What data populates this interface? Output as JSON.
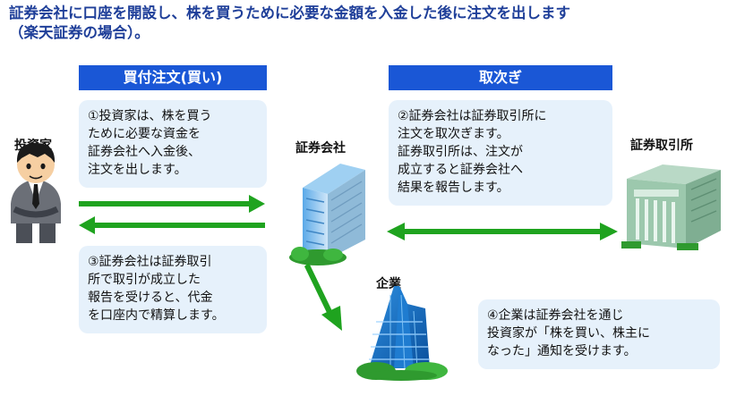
{
  "title": {
    "line1": "証券会社に口座を開設し、株を買うために必要な金額を入金した後に注文を出します",
    "line2": "（楽天証券の場合）。"
  },
  "banners": {
    "buy_order": "買付注文(買い)",
    "brokerage": "取次ぎ"
  },
  "labels": {
    "investor": "投資家",
    "securities_company": "証券会社",
    "stock_exchange": "証券取引所",
    "company": "企業"
  },
  "steps": {
    "step1": "①投資家は、株を買う\nために必要な資金を\n証券会社へ入金後、\n注文を出します。",
    "step2": "②証券会社は証券取引所に\n注文を取次ぎます。\n証券取引所は、注文が\n成立すると証券会社へ\n結果を報告します。",
    "step3": "③証券会社は証券取引\n所で取引が成立した\n報告を受けると、代金\nを口座内で精算します。",
    "step4": "④企業は証券会社を通じ\n投資家が「株を買い、株主に\nなった」通知を受けます。"
  },
  "colors": {
    "title": "#1f3f99",
    "banner": "#1a57d6",
    "box": "#e6f1fb",
    "arrow": "#1fa31f"
  }
}
